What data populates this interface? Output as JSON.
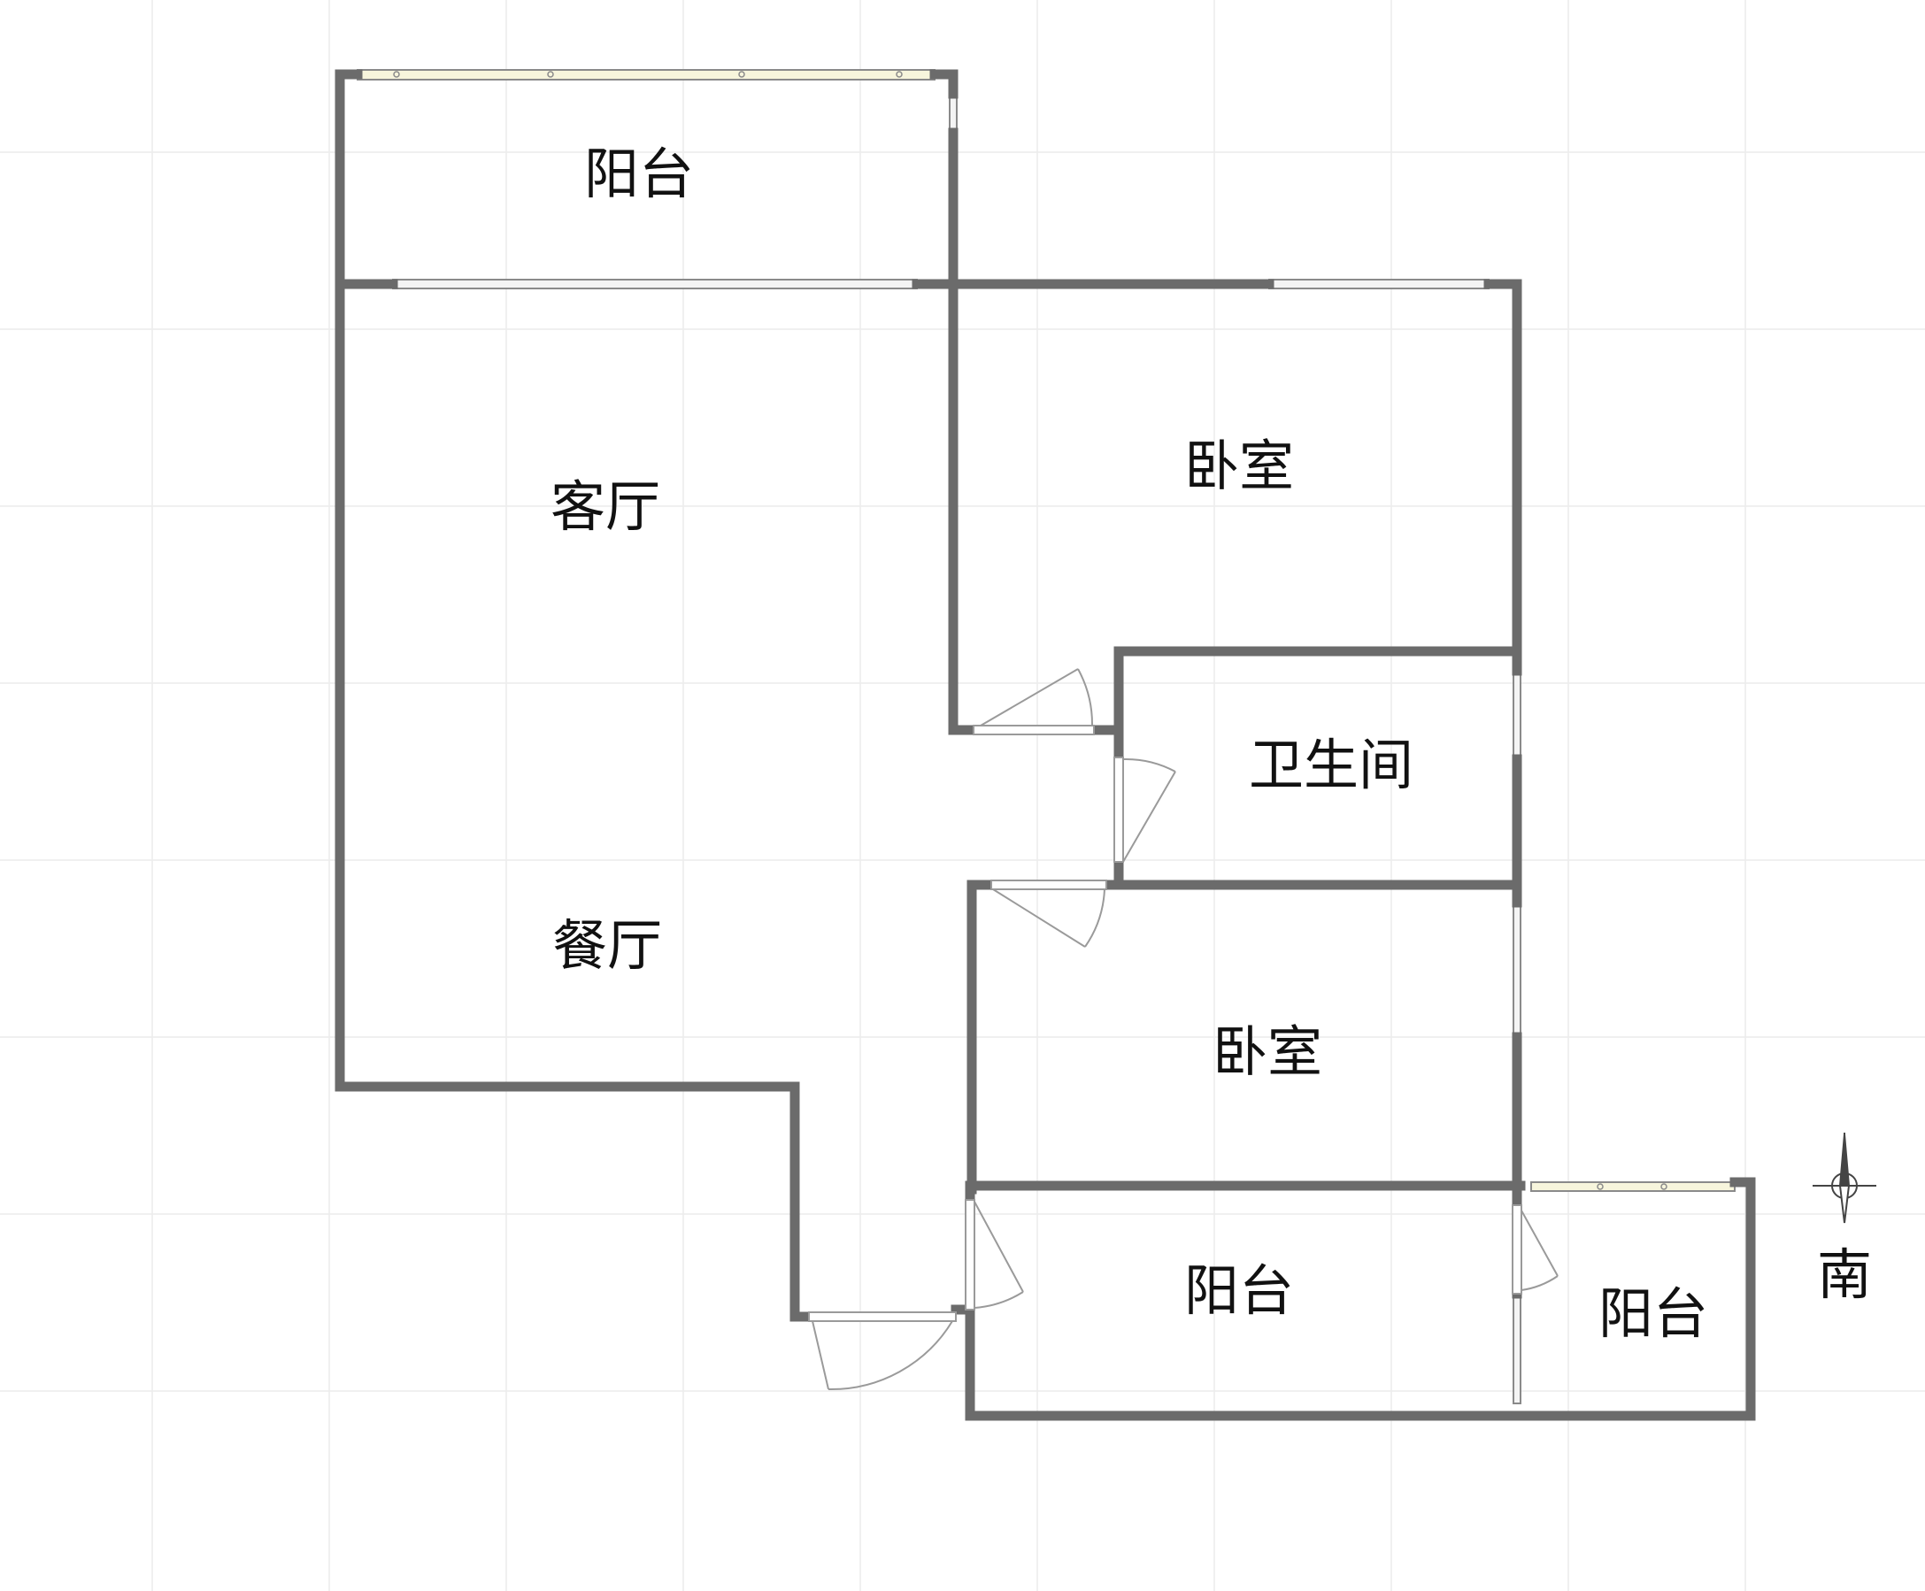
{
  "rooms": {
    "balcony_north": "阳台",
    "living_room": "客厅",
    "dining_room": "餐厅",
    "bedroom_upper": "卧室",
    "bathroom": "卫生间",
    "bedroom_lower": "卧室",
    "balcony_south": "阳台",
    "balcony_south_small": "阳台"
  },
  "compass": {
    "direction": "南"
  },
  "colors": {
    "wall": "#6b6b6b",
    "window_fill": "#f7f5dc",
    "grid": "#ececec",
    "door_line": "#9a9a9a",
    "background": "#ffffff"
  }
}
